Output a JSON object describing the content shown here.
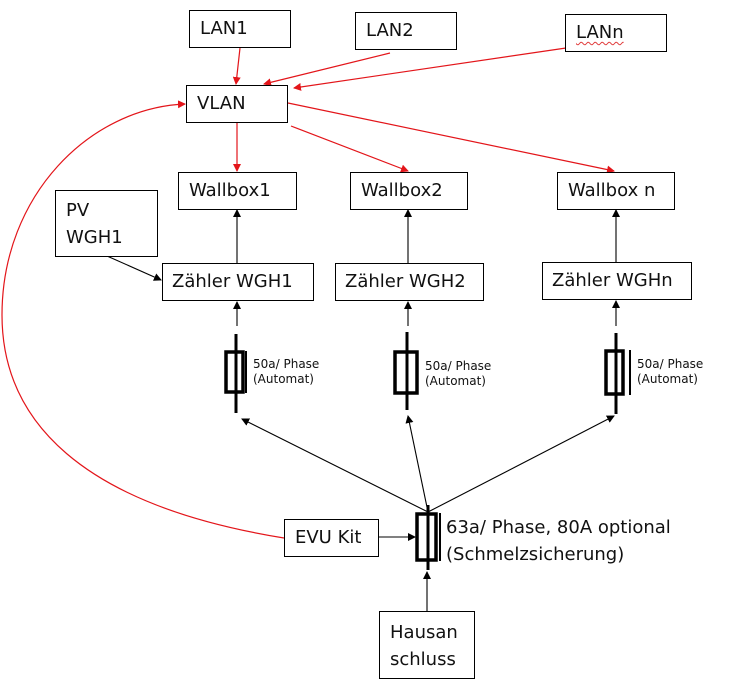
{
  "diagram": {
    "colors": {
      "network_link": "#e3151a",
      "power_link": "#000000",
      "box_border": "#000000",
      "text": "#111111"
    },
    "nodes": {
      "lan1": {
        "label": "LAN1"
      },
      "lan2": {
        "label": "LAN2"
      },
      "lann": {
        "label": "LANn"
      },
      "vlan": {
        "label": "VLAN"
      },
      "wallbox1": {
        "label": "Wallbox1"
      },
      "wallbox2": {
        "label": "Wallbox2"
      },
      "wallboxn": {
        "label": "Wallbox n"
      },
      "pv": {
        "line1": "PV",
        "line2": "WGH1"
      },
      "meter1": {
        "label": "Zähler WGH1"
      },
      "meter2": {
        "label": "Zähler WGH2"
      },
      "metern": {
        "label": "Zähler WGHn"
      },
      "evu": {
        "label": "EVU Kit"
      },
      "house": {
        "line1": "Hausan",
        "line2": "schluss"
      }
    },
    "fuses": {
      "branch": {
        "line1": "50a/ Phase",
        "line2": "(Automat)"
      },
      "main": {
        "line1": "63a/ Phase, 80A optional",
        "line2": "(Schmelzsicherung)"
      }
    },
    "edges": [
      {
        "from": "lan1",
        "to": "vlan",
        "type": "network"
      },
      {
        "from": "lan2",
        "to": "vlan",
        "type": "network"
      },
      {
        "from": "lann",
        "to": "vlan",
        "type": "network"
      },
      {
        "from": "vlan",
        "to": "wallbox1",
        "type": "network"
      },
      {
        "from": "vlan",
        "to": "wallbox2",
        "type": "network"
      },
      {
        "from": "vlan",
        "to": "wallboxn",
        "type": "network"
      },
      {
        "from": "evu",
        "to": "vlan",
        "type": "network"
      },
      {
        "from": "meter1",
        "to": "wallbox1",
        "type": "power"
      },
      {
        "from": "meter2",
        "to": "wallbox2",
        "type": "power"
      },
      {
        "from": "metern",
        "to": "wallboxn",
        "type": "power"
      },
      {
        "from": "pv",
        "to": "meter1",
        "type": "power"
      },
      {
        "from": "fuse1",
        "to": "meter1",
        "type": "power"
      },
      {
        "from": "fuse2",
        "to": "meter2",
        "type": "power"
      },
      {
        "from": "fusen",
        "to": "metern",
        "type": "power"
      },
      {
        "from": "main_fuse",
        "to": "fuse1",
        "type": "power"
      },
      {
        "from": "main_fuse",
        "to": "fuse2",
        "type": "power"
      },
      {
        "from": "main_fuse",
        "to": "fusen",
        "type": "power"
      },
      {
        "from": "evu",
        "to": "main_fuse",
        "type": "power"
      },
      {
        "from": "house",
        "to": "main_fuse",
        "type": "power"
      }
    ]
  }
}
